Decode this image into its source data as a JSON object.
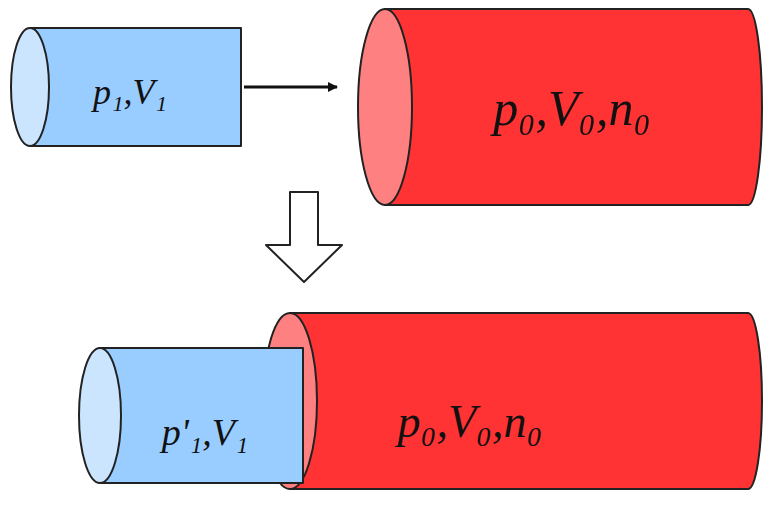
{
  "diagram": {
    "nodes": [
      {
        "text": [
          "p₁,V₁"
        ]
      },
      {
        "text": [
          "p₀,V₀,n₀"
        ]
      },
      {
        "text": [
          "p'₁,V₁"
        ]
      },
      {
        "text": [
          "p₀,V₀,n₀"
        ]
      }
    ],
    "edges": [
      {
        "from": 0,
        "to": 1,
        "arrow": "to"
      }
    ]
  }
}
